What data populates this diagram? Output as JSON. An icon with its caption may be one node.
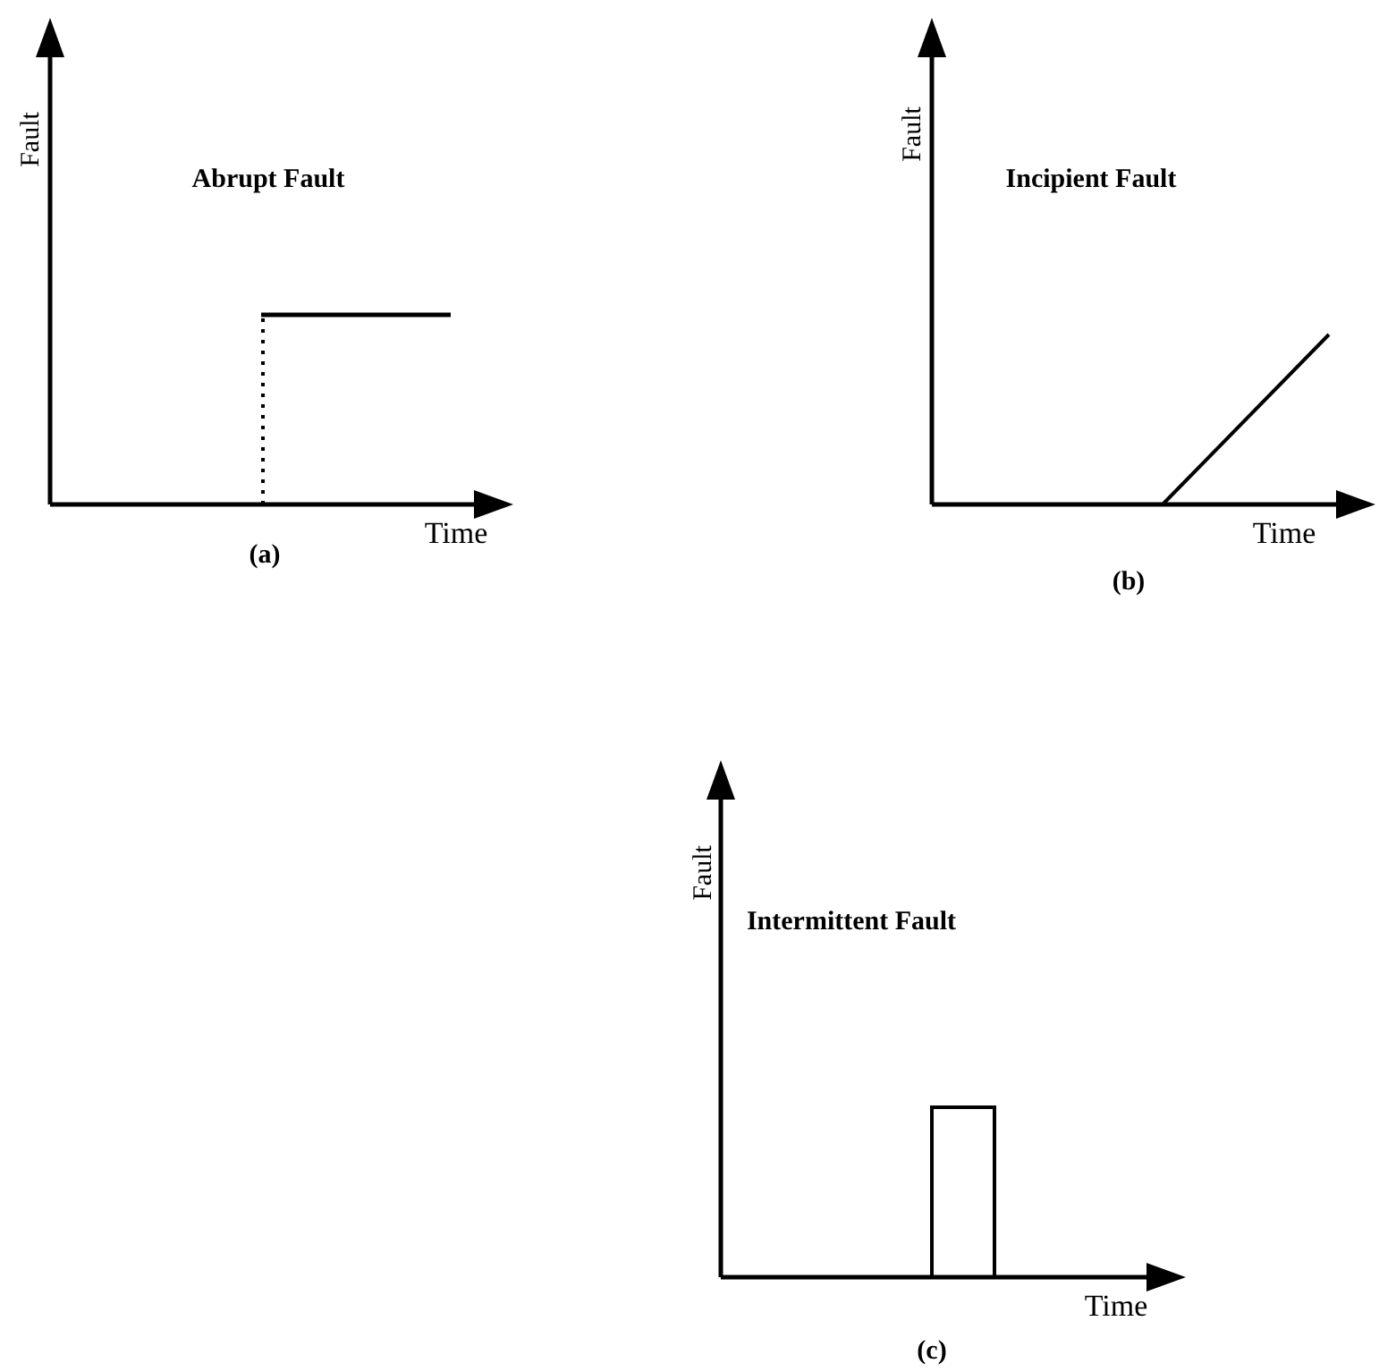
{
  "diagram": {
    "labels": [
      "Fault",
      "Abrupt Fault",
      "Time",
      "(a)",
      "Fault",
      "Incipient Fault",
      "Time",
      "(b)",
      "Fault",
      "Intermittent Fault",
      "Time",
      "(c)"
    ]
  }
}
